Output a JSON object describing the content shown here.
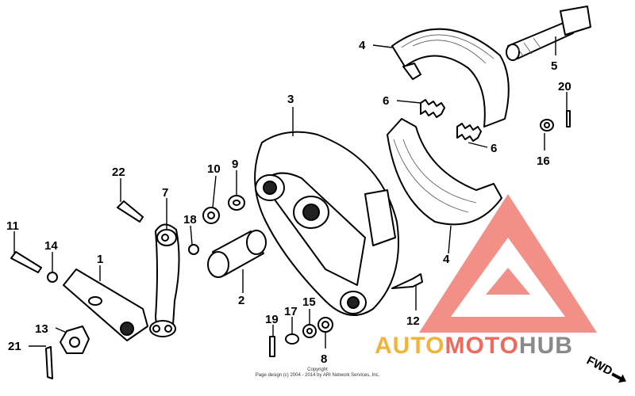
{
  "diagram": {
    "labels": {
      "p1": "1",
      "p2": "2",
      "p3": "3",
      "p4a": "4",
      "p4b": "4",
      "p5": "5",
      "p6a": "6",
      "p6b": "6",
      "p7": "7",
      "p8": "8",
      "p9": "9",
      "p10": "10",
      "p11": "11",
      "p12": "12",
      "p13": "13",
      "p14": "14",
      "p15": "15",
      "p16": "16",
      "p17": "17",
      "p18": "18",
      "p19": "19",
      "p20": "20",
      "p21": "21",
      "p22": "22"
    },
    "fwd": "FWD",
    "copyright_line1": "Copyright",
    "copyright_line2": "Page design (c) 2004 - 2014 by ARI Network Services, Inc."
  },
  "watermark": {
    "part1": "AUTO",
    "part2": "MOTO",
    "part3": "HUB",
    "colors": {
      "auto": "#f0b43a",
      "moto": "#ee6a5f",
      "hub": "#8a8a8a",
      "triangle": "#ee6a5f"
    }
  }
}
